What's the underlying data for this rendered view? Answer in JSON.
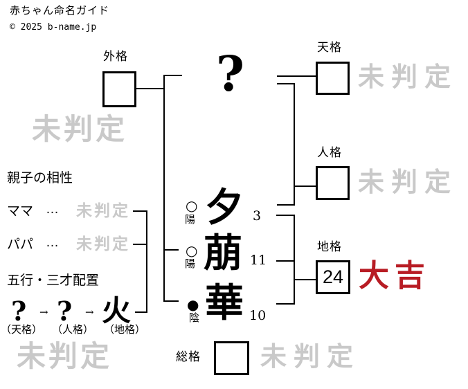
{
  "header": {
    "title": "赤ちゃん命名ガイド",
    "copyright": "© 2025 b-name.jp"
  },
  "colors": {
    "ink": "#000000",
    "watermark_gray": "#c9c9c9",
    "luck_red": "#b81c24",
    "background": "#ffffff"
  },
  "name": {
    "surname_placeholder": "?",
    "given": [
      {
        "char": "夕",
        "strokes": "3",
        "polarity_symbol": "○",
        "polarity_label": "陽"
      },
      {
        "char": "萠",
        "strokes": "11",
        "polarity_symbol": "○",
        "polarity_label": "陽"
      },
      {
        "char": "華",
        "strokes": "10",
        "polarity_symbol": "●",
        "polarity_label": "陰"
      }
    ]
  },
  "kaku": {
    "gaikaku": {
      "label": "外格",
      "value": "",
      "judgment": "未判定"
    },
    "tenkaku": {
      "label": "天格",
      "value": "",
      "judgment": "未判定"
    },
    "jinkaku": {
      "label": "人格",
      "value": "",
      "judgment": "未判定"
    },
    "chikaku": {
      "label": "地格",
      "value": "24",
      "judgment": "大吉"
    },
    "soukaku": {
      "label": "総格",
      "value": "",
      "judgment": "未判定"
    }
  },
  "bottom_left_judgment": "未判定",
  "compatibility": {
    "title": "親子の相性",
    "rows": [
      {
        "label": "ママ",
        "dots": "…",
        "judgment": "未判定"
      },
      {
        "label": "パパ",
        "dots": "…",
        "judgment": "未判定"
      }
    ]
  },
  "gogyo": {
    "title": "五行・三才配置",
    "arrow": "→",
    "elements": [
      {
        "symbol": "?",
        "label": "（天格）"
      },
      {
        "symbol": "?",
        "label": "（人格）"
      },
      {
        "symbol": "火",
        "label": "（地格）"
      }
    ]
  }
}
